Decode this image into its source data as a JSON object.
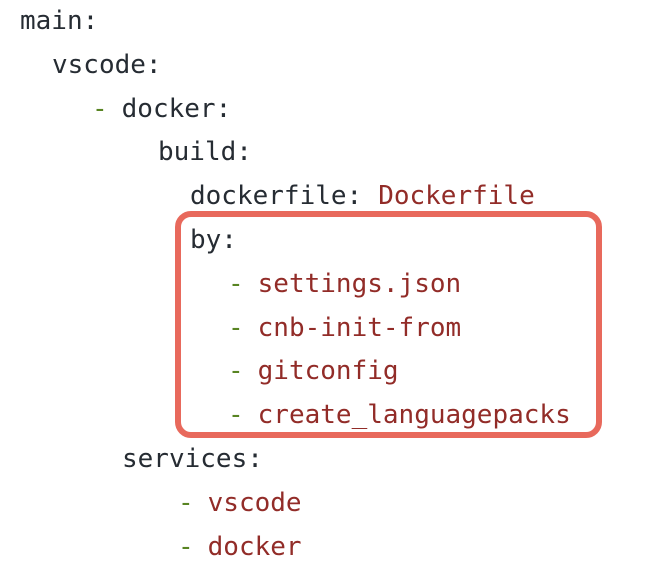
{
  "code": {
    "language": "yaml",
    "lines": [
      {
        "key": "main:"
      },
      {
        "key": "vscode:"
      },
      {
        "dash": "-",
        "key": "docker:"
      },
      {
        "key": "build:"
      },
      {
        "key": "dockerfile:",
        "value": "Dockerfile"
      },
      {
        "key": "by:"
      },
      {
        "dash": "-",
        "value": "settings.json"
      },
      {
        "dash": "-",
        "value": "cnb-init-from"
      },
      {
        "dash": "-",
        "value": "gitconfig"
      },
      {
        "dash": "-",
        "value": "create_languagepacks"
      },
      {
        "key": "services:"
      },
      {
        "dash": "-",
        "value": "vscode"
      },
      {
        "dash": "-",
        "value": "docker"
      }
    ]
  },
  "highlight_box": {
    "highlighted_key": "by:",
    "color": "#e8695c"
  },
  "colors": {
    "background": "#ffffff",
    "key_text": "#262c33",
    "value_text": "#922c28",
    "list_dash": "#588422",
    "highlight_border": "#e8695c"
  }
}
